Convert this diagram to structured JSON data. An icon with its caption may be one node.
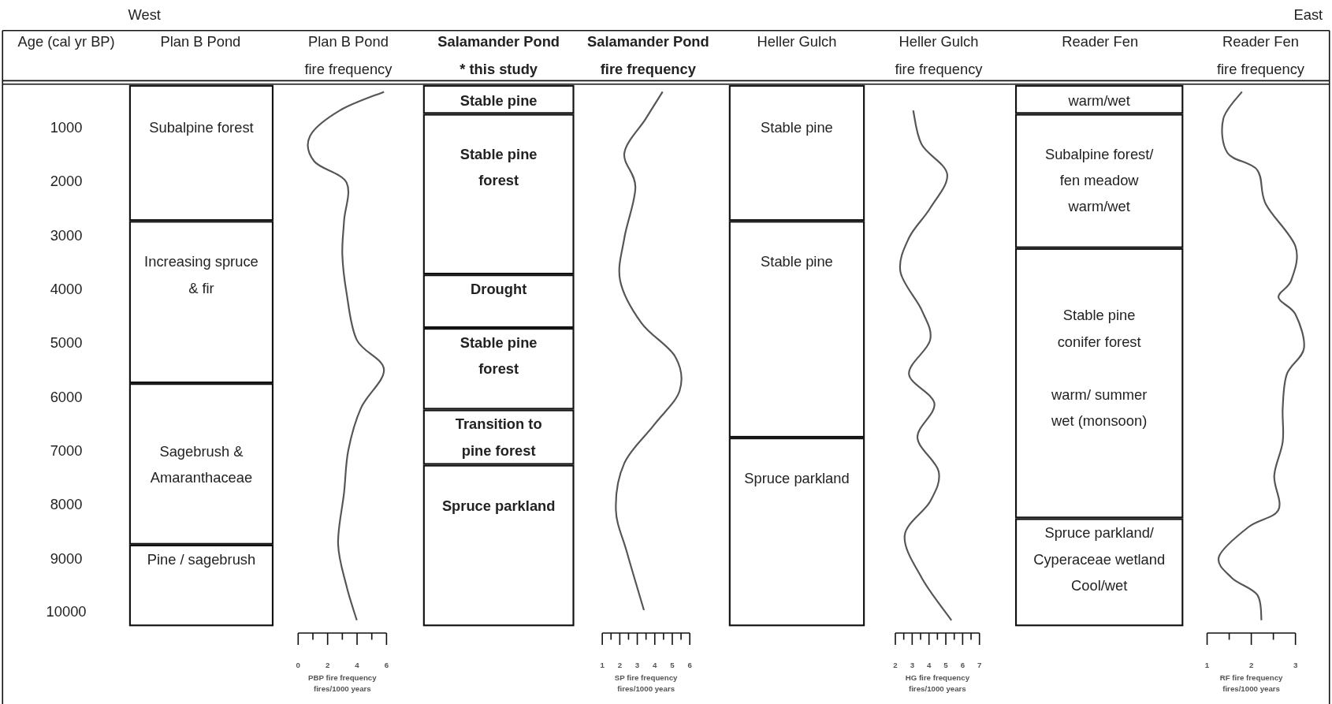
{
  "diagram": {
    "nodes": [
      {
        "text": [
          "Subalpine forest"
        ]
      },
      {
        "text": [
          "Increasing spruce & fir"
        ]
      },
      {
        "text": [
          "Sagebrush & Amaranthaceae"
        ]
      },
      {
        "text": [
          "Pine / sagebrush"
        ]
      },
      {
        "text": [
          "Stable pine"
        ]
      },
      {
        "text": [
          "Stable pine forest"
        ]
      },
      {
        "text": [
          "Drought"
        ]
      },
      {
        "text": [
          "Stable pine forest"
        ]
      },
      {
        "text": [
          "Transition to pine forest"
        ]
      },
      {
        "text": [
          "Spruce parkland"
        ]
      },
      {
        "text": [
          "Stable pine"
        ]
      },
      {
        "text": [
          "Stable pine"
        ]
      },
      {
        "text": [
          "Spruce parkland"
        ]
      },
      {
        "text": [
          "warm/wet"
        ]
      },
      {
        "text": [
          "Subalpine forest/ fen meadow",
          "warm/wet"
        ]
      },
      {
        "text": [
          "Stable pine conifer forest",
          "warm/ summer wet (monsoon)"
        ]
      },
      {
        "text": [
          "Spruce parkland/ Cyperaceae wetland",
          "Cool/wet"
        ]
      }
    ],
    "edges": [],
    "labels": [
      "West",
      "East",
      "Age (cal yr BP)",
      "Plan B Pond",
      "Plan B Pond",
      "Salamander Pond",
      "Salamander Pond",
      "Heller Gulch",
      "Heller Gulch",
      "Reader Fen",
      "Reader Fen",
      "fire frequency",
      "* this study",
      "fire frequency",
      "fire frequency",
      "fire frequency",
      "1000",
      "2000",
      "3000",
      "4000",
      "5000",
      "6000",
      "7000",
      "8000",
      "9000",
      "10000",
      "0",
      "2",
      "4",
      "6",
      "PBP fire frequency",
      "fires/1000 years",
      "1",
      "2",
      "3",
      "4",
      "5",
      "6",
      "SP fire frequency",
      "fires/1000 years",
      "2",
      "3",
      "4",
      "5",
      "6",
      "7",
      "HG fire frequency",
      "fires/1000 years",
      "1",
      "2",
      "3",
      "RF fire frequency",
      "fires/1000 years"
    ]
  }
}
